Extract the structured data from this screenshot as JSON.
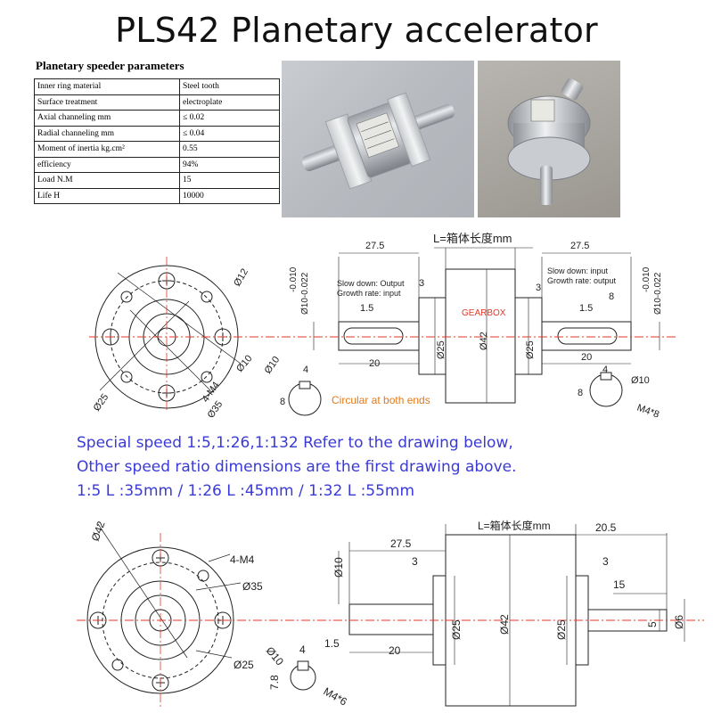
{
  "title": "PLS42 Planetary accelerator",
  "params": {
    "heading": "Planetary speeder parameters",
    "rows": [
      {
        "k": "Inner ring material",
        "v": "Steel tooth"
      },
      {
        "k": "Surface treatment",
        "v": "electroplate"
      },
      {
        "k": "Axial channeling    mm",
        "v": "≤ 0.02"
      },
      {
        "k": "Radial channeling  mm",
        "v": "≤ 0.04"
      },
      {
        "k": "Moment of inertia  kg.cm²",
        "v": "0.55"
      },
      {
        "k": "efficiency",
        "v": "94%"
      },
      {
        "k": "Load    N.M",
        "v": "15"
      },
      {
        "k": "Life     H",
        "v": "10000"
      }
    ]
  },
  "drawing1": {
    "dim_27_5": "27.5",
    "dim_L": "L=箱体长度mm",
    "dim_1_5": "1.5",
    "dim_3": "3",
    "dim_8": "8",
    "dim_20": "20",
    "dim_4": "4",
    "phi12": "Ø12",
    "phi10": "Ø10",
    "phi25": "Ø25",
    "phi35": "Ø35",
    "m4": "4-M4",
    "m4x8": "M4*8",
    "shaft_tol": "Ø10-0.022",
    "shaft_tol_top": "-0.010",
    "gearbox": "GEARBOX",
    "left_note_1": "Slow down: Output",
    "left_note_2": "Growth rate: input",
    "right_note_1": "Slow down: input",
    "right_note_2": "Growth rate: output",
    "circular": "Circular at both ends",
    "key_8": "8",
    "phi25_body": "Ø25",
    "phi42_body": "Ø42"
  },
  "notes": {
    "line1": "Special speed 1:5,1:26,1:132 Refer to the drawing below,",
    "line2": "Other speed ratio dimensions are the first drawing above.",
    "line3": "1:5  L :35mm / 1:26  L :45mm / 1:32  L :55mm"
  },
  "drawing2": {
    "phi42": "Ø42",
    "m4": "4-M4",
    "phi35": "Ø35",
    "phi25": "Ø25",
    "phi10": "Ø10",
    "dim_4": "4",
    "m4x6": "M4*6",
    "key_7_8": "7.8",
    "dim_L": "L=箱体长度mm",
    "dim_27_5": "27.5",
    "dim_20_5": "20.5",
    "dim_3a": "3",
    "dim_3b": "3",
    "dim_15": "15",
    "dim_1_5": "1.5",
    "dim_20": "20",
    "body_phi25a": "Ø25",
    "body_phi42": "Ø42",
    "body_phi25b": "Ø25",
    "dim_5": "5",
    "dim_phi6": "Ø6",
    "shaft_phi10": "Ø10"
  },
  "colors": {
    "note": "#3a3ad6",
    "center_line": "#e23a2a",
    "circular": "#e07b1a"
  }
}
